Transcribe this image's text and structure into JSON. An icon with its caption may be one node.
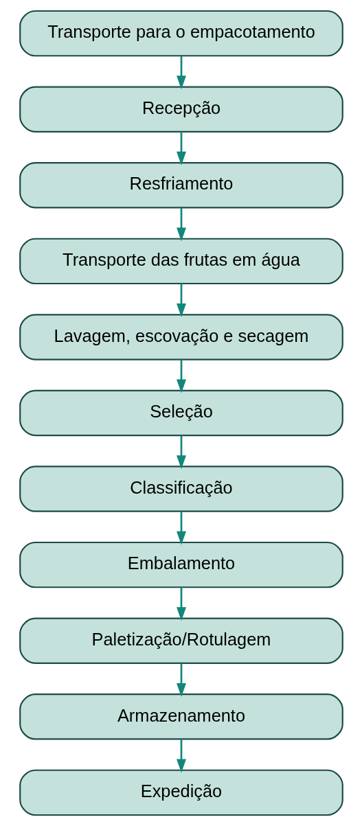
{
  "diagram": {
    "nodes": [
      {
        "text": [
          "Transporte para o empacotamento"
        ]
      },
      {
        "text": [
          "Recepção"
        ]
      },
      {
        "text": [
          "Resfriamento"
        ]
      },
      {
        "text": [
          "Transporte das frutas em água"
        ]
      },
      {
        "text": [
          "Lavagem, escovação e secagem"
        ]
      },
      {
        "text": [
          "Seleção"
        ]
      },
      {
        "text": [
          "Classificação"
        ]
      },
      {
        "text": [
          "Embalamento"
        ]
      },
      {
        "text": [
          "Paletização/Rotulagem"
        ]
      },
      {
        "text": [
          "Armazenamento"
        ]
      },
      {
        "text": [
          "Expedição"
        ]
      }
    ],
    "edges": [
      {
        "from": 0,
        "to": 1,
        "arrow": "to"
      },
      {
        "from": 1,
        "to": 2,
        "arrow": "to"
      },
      {
        "from": 2,
        "to": 3,
        "arrow": "to"
      },
      {
        "from": 3,
        "to": 4,
        "arrow": "to"
      },
      {
        "from": 4,
        "to": 5,
        "arrow": "to"
      },
      {
        "from": 5,
        "to": 6,
        "arrow": "to"
      },
      {
        "from": 6,
        "to": 7,
        "arrow": "to"
      },
      {
        "from": 7,
        "to": 8,
        "arrow": "to"
      },
      {
        "from": 8,
        "to": 9,
        "arrow": "to"
      },
      {
        "from": 9,
        "to": 10,
        "arrow": "to"
      }
    ]
  }
}
